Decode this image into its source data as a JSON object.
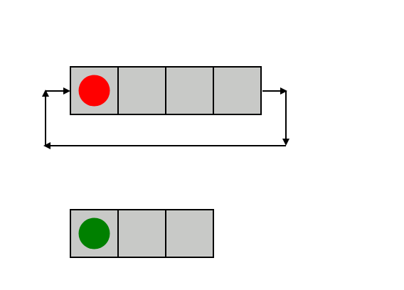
{
  "diagram": {
    "background": "#ffffff",
    "cell_fill": "#c8c9c7",
    "stroke": "#000000",
    "top_register": {
      "cells": 4,
      "token_cell": 0,
      "token_color": "#ff0000",
      "token_icon": "red-circle-icon",
      "feedback_loop": true
    },
    "bottom_register": {
      "cells": 3,
      "token_cell": 0,
      "token_color": "#008000",
      "token_icon": "green-circle-icon",
      "feedback_loop": false
    }
  }
}
